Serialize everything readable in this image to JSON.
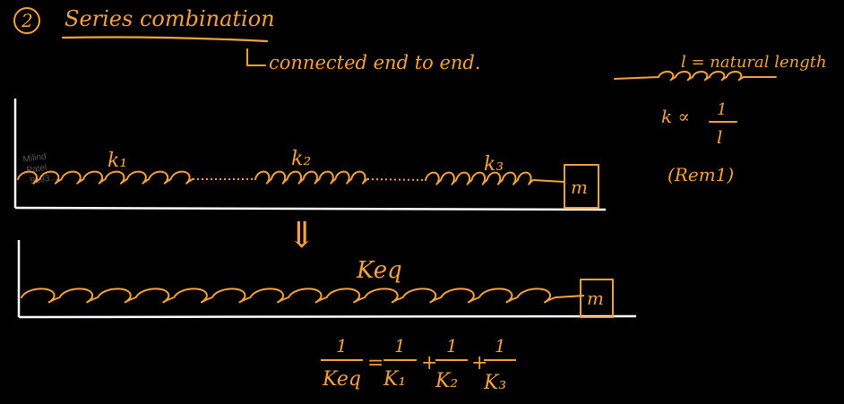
{
  "colors": {
    "ink": "#f5a23c",
    "axis": "#ffffff",
    "background": "#000000",
    "watermark": "#5a5a5a"
  },
  "header": {
    "number": "2",
    "title": "Series combination",
    "subtitle": "connected end to end."
  },
  "side_note": {
    "length_label": "l = natural length",
    "proportionality": "k ∝",
    "numerator": "1",
    "denominator": "l",
    "remark": "(Rem1)"
  },
  "top_diagram": {
    "spring_labels": [
      "k₁",
      "k₂",
      "k₃"
    ],
    "mass_label": "m"
  },
  "arrow_symbol": "⇓",
  "bottom_diagram": {
    "spring_label": "Keq",
    "mass_label": "m"
  },
  "formula": {
    "lhs_num": "1",
    "lhs_den": "Keq",
    "eq": "=",
    "terms": [
      {
        "num": "1",
        "den": "K₁"
      },
      {
        "num": "1",
        "den": "K₂"
      },
      {
        "num": "1",
        "den": "K₃"
      }
    ],
    "plus": "+"
  },
  "watermark": [
    "Milind",
    "Patel",
    "9193..."
  ]
}
